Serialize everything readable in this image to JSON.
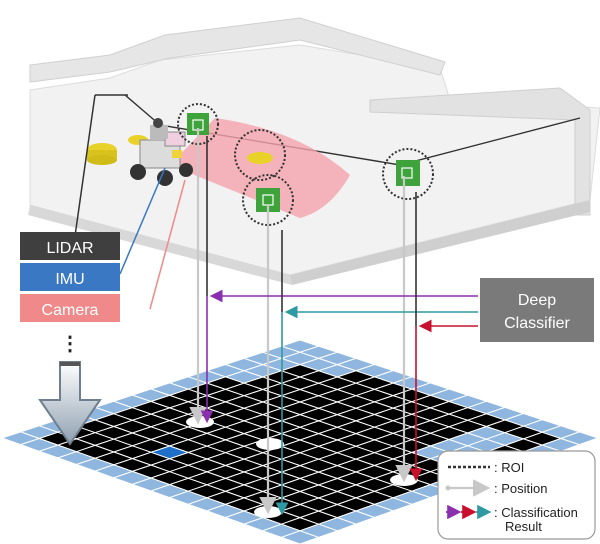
{
  "sensors": {
    "lidar": "LIDAR",
    "imu": "IMU",
    "camera": "Camera",
    "ellipsis": "⋮"
  },
  "classifier": {
    "line1": "Deep",
    "line2": "Classifier"
  },
  "legend": {
    "roi": ": ROI",
    "position": ": Position",
    "classification_line1": ": Classification",
    "classification_line2": "Result"
  },
  "colors": {
    "lidar_box": "#3f3f3f",
    "imu_box": "#3a78c4",
    "camera_box": "#f08a8a",
    "classifier_box": "#7a7a7a",
    "grid_black": "#000000",
    "grid_blue": "#8fb6df",
    "grid_highlight": "#1f6fc9",
    "purple_arrow": "#8a2fb0",
    "teal_arrow": "#2f9aa2",
    "red_arrow": "#c8102e",
    "green_object": "#3ea33a",
    "yellow_object": "#e8d22a",
    "camera_fov": "#f4a3ab"
  }
}
